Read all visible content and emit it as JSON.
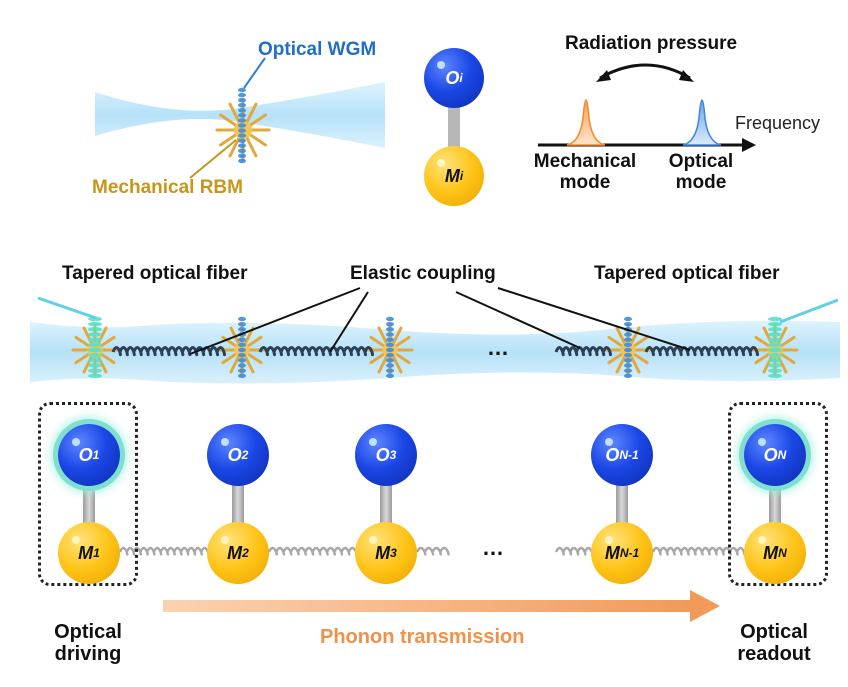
{
  "top": {
    "optical_wgm": "Optical WGM",
    "mechanical_rbm": "Mechanical RBM",
    "oi": "O",
    "oi_sub": "i",
    "mi": "M",
    "mi_sub": "i",
    "radiation_pressure": "Radiation pressure",
    "frequency": "Frequency",
    "mechanical_mode": "Mechanical\nmode",
    "optical_mode": "Optical\nmode"
  },
  "middle": {
    "tapered_left": "Tapered optical fiber",
    "tapered_right": "Tapered optical fiber",
    "elastic_coupling": "Elastic coupling",
    "ellipsis": "…"
  },
  "chain": {
    "optical_nodes": [
      {
        "base": "O",
        "sub": "1"
      },
      {
        "base": "O",
        "sub": "2"
      },
      {
        "base": "O",
        "sub": "3"
      },
      {
        "base": "O",
        "sub": "N-1"
      },
      {
        "base": "O",
        "sub": "N"
      }
    ],
    "mechanical_nodes": [
      {
        "base": "M",
        "sub": "1"
      },
      {
        "base": "M",
        "sub": "2"
      },
      {
        "base": "M",
        "sub": "3"
      },
      {
        "base": "M",
        "sub": "N-1"
      },
      {
        "base": "M",
        "sub": "N"
      }
    ],
    "ellipsis": "…"
  },
  "bottom": {
    "optical_driving": "Optical\ndriving",
    "phonon_transmission": "Phonon transmission",
    "optical_readout": "Optical\nreadout"
  },
  "colors": {
    "optical_blue": "#1b47e6",
    "mechanical_gold": "#ffc316",
    "label_blue": "#1f6fc7",
    "label_gold": "#c9961a",
    "arrow_orange": "#f4a46a",
    "fiber_cyan": "#5fd0e8"
  }
}
